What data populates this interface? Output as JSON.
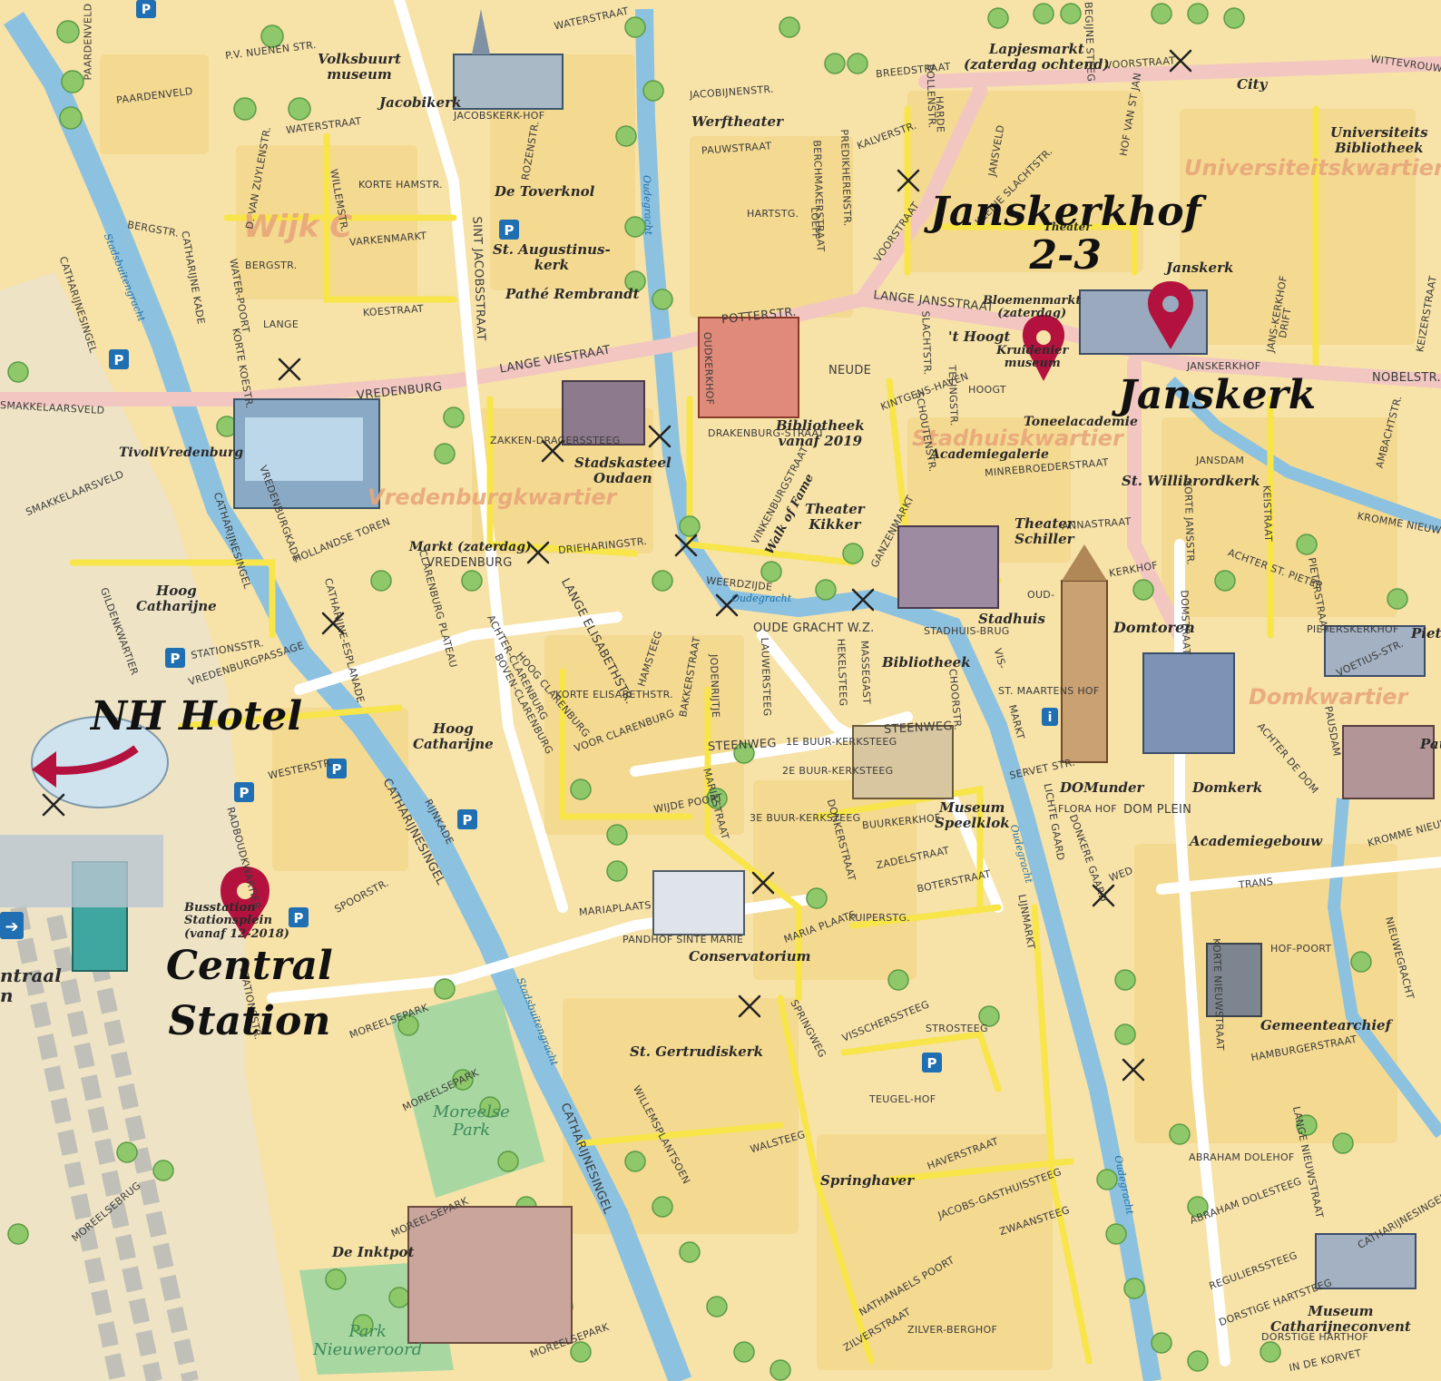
{
  "colors": {
    "land": "#f7e2a8",
    "block": "#f3d27e",
    "road_major": "#ffffff",
    "road_yellow": "#f7e54a",
    "road_pink": "#f2c7c1",
    "canal": "#8cc2e0",
    "park": "#a9d7a2",
    "rail": "#bfc6cc",
    "marker": "#b4123e"
  },
  "highlight_labels": {
    "janskerkhof_line1": "Janskerkhof",
    "janskerkhof_line2": "2-3",
    "janskerk": "Janskerk",
    "nh_hotel": "NH Hotel",
    "central_line1": "Central",
    "central_line2": "Station"
  },
  "districts": {
    "wijk_c": "Wijk C",
    "universiteitskwartier": "Universiteitskwartier",
    "stadhuiskwartier": "Stadhuiskwartier",
    "vredenburgkwartier": "Vredenburgkwartier",
    "domkwartier": "Domkwartier"
  },
  "parks": {
    "moreelse_line1": "Moreelse",
    "moreelse_line2": "Park",
    "nieuweroord_line1": "Park",
    "nieuweroord_line2": "Nieuweroord"
  },
  "water": {
    "stadsbuitengracht_north": "Stadsbuitengracht",
    "stadsbuitengracht_south": "Stadsbuitengracht",
    "oudegracht_a": "Oudegracht",
    "oudegracht_b": "Oudegracht",
    "oudegracht_c": "Oudegracht",
    "oudegracht_d": "Oudegracht"
  },
  "pois": {
    "volksbuurt_line1": "Volksbuurt",
    "volksbuurt_line2": "museum",
    "jacobikerk": "Jacobikerk",
    "werftheater": "Werftheater",
    "de_toverknol": "De Toverknol",
    "st_augustinus_line1": "St. Augustinus-",
    "st_augustinus_line2": "kerk",
    "pathe": "Pathé Rembrandt",
    "lapjesmarkt": "Lapjesmarkt",
    "lapjesmarkt_time": "(zaterdag ochtend)",
    "city": "City",
    "universiteitsbibliotheek_line1": "Universiteits",
    "universiteitsbibliotheek_line2": "Bibliotheek",
    "theater_small": "Theater",
    "janskerk_small": "Janskerk",
    "bloemenmarkt_line1": "Bloemenmarkt",
    "bloemenmarkt_line2": "(zaterdag)",
    "t_hoogt": "'t Hoogt",
    "kruidenier_line1": "Kruidenier",
    "kruidenier_line2": "museum",
    "toneelacademie": "Toneelacademie",
    "academiegalerie": "Academiegalerie",
    "st_willibrordkerk": "St. Willibrordkerk",
    "tivolivredenburg": "TivoliVredenburg",
    "stadskasteel_line1": "Stadskasteel",
    "stadskasteel_line2": "Oudaen",
    "bibliotheek2019_line1": "Bibliotheek",
    "bibliotheek2019_line2": "vanaf 2019",
    "walk_of_fame": "Walk of Fame",
    "theater_kikker_line1": "Theater",
    "theater_kikker_line2": "Kikker",
    "theater_schiller_line1": "Theater",
    "theater_schiller_line2": "Schiller",
    "markt": "Markt (zaterdag)",
    "hoog_catharijne_1_line1": "Hoog",
    "hoog_catharijne_1_line2": "Catharijne",
    "hoog_catharijne_2_line1": "Hoog",
    "hoog_catharijne_2_line2": "Catharijne",
    "stadhuis": "Stadhuis",
    "domtoren": "Domtoren",
    "bibliotheek": "Bibliotheek",
    "pieterskerk": "Pieterskerk",
    "museum_speelklok_line1": "Museum",
    "museum_speelklok_line2": "Speelklok",
    "domunder": "DOMunder",
    "domkerk": "Domkerk",
    "academiegebouw": "Academiegebouw",
    "busstation_line1": "Busstation",
    "busstation_line2": "Stationsplein",
    "busstation_line3": "(vanaf 12-2018)",
    "centraal_partial_line1": "ntraal",
    "centraal_partial_line2": "n",
    "conservatorium": "Conservatorium",
    "gemeentearchief": "Gemeentearchief",
    "st_gertrudiskerk": "St. Gertrudiskerk",
    "springhaver": "Springhaver",
    "de_inktpot": "De Inktpot",
    "museum_catharijneconvent_line1": "Museum",
    "museum_catharijneconvent_line2": "Catharijneconvent",
    "pau_partial": "Pau"
  },
  "streets": {
    "paardenveld": "PAARDENVELD",
    "paardenveld_top": "PAARDENVELD",
    "pv_nuenen": "P.V. NUENEN STR.",
    "waterstraat": "WATERSTRAAT",
    "waterstraat_n": "WATERSTRAAT",
    "jacobijnenstr": "JACOBIJNENSTR.",
    "pauwstraat": "PAUWSTRAAT",
    "breedstraat": "BREEDSTRAAT",
    "voorstraat": "VOORSTRAAT",
    "voorstraat_diag": "VOORSTRAAT",
    "wittevrouwen": "WITTEVROUWEN",
    "kalverstr": "KALVERSTR.",
    "hartstg": "HARTSTG.",
    "bergstr": "BERGSTR.",
    "bergstr2": "BERGSTR.",
    "varkenmarkt": "VARKENMARKT",
    "korte_hamstr": "KORTE HAMSTR.",
    "koestraat": "KOESTRAAT",
    "lange": "LANGE",
    "lange_viestraat": "LANGE VIESTRAAT",
    "potterstr": "POTTERSTR.",
    "vredenburg": "VREDENBURG",
    "vredenburg2": "VREDENBURG",
    "smakkelaarsveld": "SMAKKELAARSVELD",
    "smakkelaarsveld2": "SMAKKELAARSVELD",
    "lange_janstraat": "LANGE JANSSTRAAT",
    "nobelstr": "NOBELSTR.",
    "janskerkhof_st": "JANSKERKHOF",
    "hoogt": "HOOGT",
    "neude": "NEUDE",
    "jansdam": "JANSDAM",
    "minrebroederstraat": "MINREBROEDERSTRAAT",
    "annastraat": "ANNASTRAAT",
    "kerkhof": "KERKHOF",
    "achter_st_pieter": "ACHTER ST. PIETER",
    "pieterskerkhof": "PIETERSKERKHOF",
    "kromme_nieuwe": "KROMME NIEUWE",
    "drieharingstr": "DRIEHARINGSTR.",
    "zakkendragerssteeg": "ZAKKEN-DRAGERSSTEEG",
    "drakenburgstraat": "DRAKENBURG-STRAAT",
    "hollandse_toren": "HOLLANDSE TOREN",
    "stationsstr": "STATIONSSTR.",
    "vredenburgpassage": "VREDENBURGPASSAGE",
    "oude_gracht_wz": "OUDE GRACHT W.Z.",
    "weerdzijde": "WEERDZIJDE",
    "oud": "OUD-",
    "steenweg": "STEENWEG",
    "steenweg2": "STEENWEG",
    "korte_elisabethstr": "KORTE ELISABETHSTR.",
    "voor_clarenburg": "VOOR CLARENBURG",
    "buurkerkhof": "BUURKERKHOF",
    "zadelstraat": "ZADELSTRAAT",
    "boterstraat": "BOTERSTRAAT",
    "kuiperstg": "KUIPERSTG.",
    "mariaplaats": "MARIAPLAATS",
    "westerstr": "WESTERSTR.",
    "spoorstr": "SPOORSTR.",
    "moreelsepark_1": "MOREELSEPARK",
    "moreelsepark_2": "MOREELSEPARK",
    "moreelsepark_3": "MOREELSEPARK",
    "moreelsepark_4": "MOREELSEPARK",
    "moreelsebrug": "MOREELSEBRUG",
    "vischersteeg": "VISSCHERSSTEEG",
    "strosteeg": "STROSTEEG",
    "haverstraat": "HAVERSTRAAT",
    "zwaansteeg": "ZWAANSTEEG",
    "walsteeg": "WALSTEEG",
    "hamburgerstraat": "HAMBURGERSTRAAT",
    "trans": "TRANS",
    "regulierssteeg": "REGULIERSSTEEG",
    "catharijnesingel_1": "CATHARIJNESINGEL",
    "catharijnesingel_2": "CATHARIJNESINGEL",
    "catharijnesingel_3": "CATHARIJNESINGEL",
    "catharijnesingel_4": "CATHARIJNESINGEL",
    "catharijnesingel_5": "CATHARIJNESINGEL",
    "st_jacobsstraat": "SINT JACOBSSTRAAT",
    "willemsplantsoen": "WILLEMSPLANTSOEN",
    "lange_elisabethstr": "LANGE ELISABETHSTR.",
    "lange_nieuwstraat": "LANGE NIEUWSTRAAT",
    "korte_nieuwstraat": "KORTE NIEUWSTRAAT",
    "korte_janstraat": "KORTE JANSSTR.",
    "domstraat": "DOMSTRAAT",
    "vinkenburgstraat": "VINKENBURGSTRAAT",
    "lijnmarkt": "LIJNMARKT",
    "springweg": "SPRINGWEG",
    "mariastraat": "MARIASTRAAT",
    "donkerstraat": "DONKERSTRAAT",
    "massegast": "MASSEGAST",
    "hekelsteeg": "HEKELSTEEG",
    "wijde_poort": "WIJDE POORT",
    "rijnkade": "RIJNKADE",
    "radboudkwartier": "RADBOUDKWARTIER",
    "stationsstraat": "STATIONSSTR.",
    "choorstr": "CHOORSTR.",
    "zuilenstraat": "ZILVERSTRAAT",
    "nathanaels_poort": "NATHANAELS POORT",
    "jacobs_gasthuissteeg": "JACOBS-GASTHUISSTEEG",
    "teugelhof": "TEUGEL-HOF",
    "abraham_dolehof": "ABRAHAM DOLEHOF",
    "abraham_dolesteeg": "ABRAHAM DOLESTEEG",
    "dorstige_hartsteeg": "DORSTIGE HARTSTEEG",
    "dorstige_harthof": "DORSTIGE HARTHOF",
    "in_de_korvet": "IN DE KORVET",
    "zilverberghof": "ZILVER-BERGHOF",
    "hofpoort": "HOF-POORT",
    "flora_hof": "FLORA HOF",
    "dom_plein": "DOM PLEIN",
    "servetstr": "SERVET STR.",
    "lichte_gaard": "LICHTE GAARD",
    "donkere_gaard": "DONKERE GAARD",
    "wed": "WED",
    "vis": "VIS-",
    "markt_st": "MARKT",
    "st_maartenshof": "ST. MAARTENS HOF",
    "stadhuisbrug": "STADHUIS-BRUG",
    "ganzenmarkt": "GANZENMARKT",
    "schoutenstr": "SCHOUTENSTR.",
    "kintgenshaven": "KINTGENS-HAVEN",
    "telingstr": "TELINGSTR.",
    "slachtstr": "SLACHTSTR.",
    "pandhof": "PANDHOF SINTE MARIE",
    "maria_plaats": "MARIA PLAATS",
    "buurkerksteeg1": "1E BUUR-KERKSTEEG",
    "buurkerksteeg2": "2E BUUR-KERKSTEEG",
    "buurkerksteeg3": "3E BUUR-KERKSTEEG",
    "jodenrijtje": "JODENRIJTJE",
    "lauwersteeg": "LAUWERSTEEG",
    "bakkerstraat": "BAKKERSTRAAT",
    "hamsteeg": "HAMSTEEG",
    "achter_clarenburg": "ACHTER-CLARENBURG",
    "boven_clarenburg": "BOVEN-CLARENBURG",
    "hoog_clarenburg": "HOOG CLARENBURG",
    "vredenburgkade": "VREDENBURGKADE",
    "catharijne_esplanade": "CATHARIJNE-ESPLANADE",
    "clarenburg_plateau": "CLARENBURG PLATEAU",
    "gildenkwartier": "GILDENKWARTIER",
    "catharijne_kade": "CATHARIJNE KADE",
    "water_poort": "WATER-POORT",
    "korte_koestr": "KORTE KOESTR.",
    "d_van_zuylenstr": "D. VAN ZUYLENSTR.",
    "willemstr": "WILLEMSTR.",
    "oudkerkhof": "OUDKERKHOF",
    "rozenstr": "ROZENSTR.",
    "jacobskerkhof": "JACOBSKERK-HOF",
    "predikherenstr": "PREDIKHERENSTR.",
    "berchmakerstraat": "BERCHMAKERSTRAAT",
    "loeff": "LOEFF",
    "bollenstr": "BOLLENSTR.",
    "hardebollen": "HARDE",
    "janssteeg": "JANSVELD",
    "kleine_slachtstr": "KLEINE SLACHTSTR.",
    "hof_van_st_jan": "HOF VAN ST JAN",
    "begijnesteeg": "BEGIJNE STEEG",
    "drift": "DRIFT",
    "jans_kerkhof_n": "JANS-KERKHOF",
    "keizerstraat": "KEIZERSTRAAT",
    "ambachtstr": "AMBACHTSTR.",
    "voetius_str": "VOETIUS-STR.",
    "kromme_nieuwegracht": "KROMME NIEUWEGRACHT",
    "pausdam": "PAUSDAM",
    "achter_de_dom": "ACHTER DE DOM",
    "nieuwegracht": "NIEUWEGRACHT",
    "catharijnesingel_se": "CATHARIJNESINGEL",
    "kolenstraat": "KEISTRAAT",
    "pietersteeg": "PIETERSTRAAT"
  }
}
